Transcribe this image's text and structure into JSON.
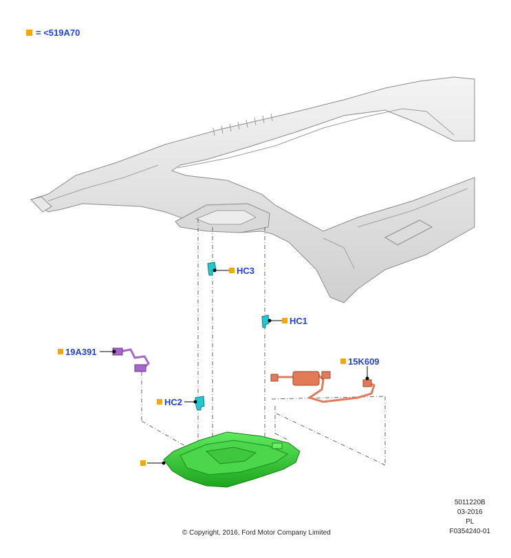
{
  "legend": {
    "text": "= <519A70",
    "marker_color": "#f5a800"
  },
  "callouts": {
    "hc3": "HC3",
    "hc1": "HC1",
    "p19a391": "19A391",
    "p15k609": "15K609",
    "hc2": "HC2"
  },
  "colors": {
    "label": "#1f3fd6",
    "marker": "#f5a800",
    "headliner": "#e6e6e6",
    "clip": "#22c8cf",
    "wire_harness": "#a566c9",
    "sensor_harness": "#e07a57",
    "console": "#3bd23b"
  },
  "footer": {
    "copyright": "© Copyright, 2016, Ford Motor Company Limited",
    "code": "5011220B",
    "date": "03-2016",
    "lang": "PL",
    "figure": "F0354240-01"
  }
}
